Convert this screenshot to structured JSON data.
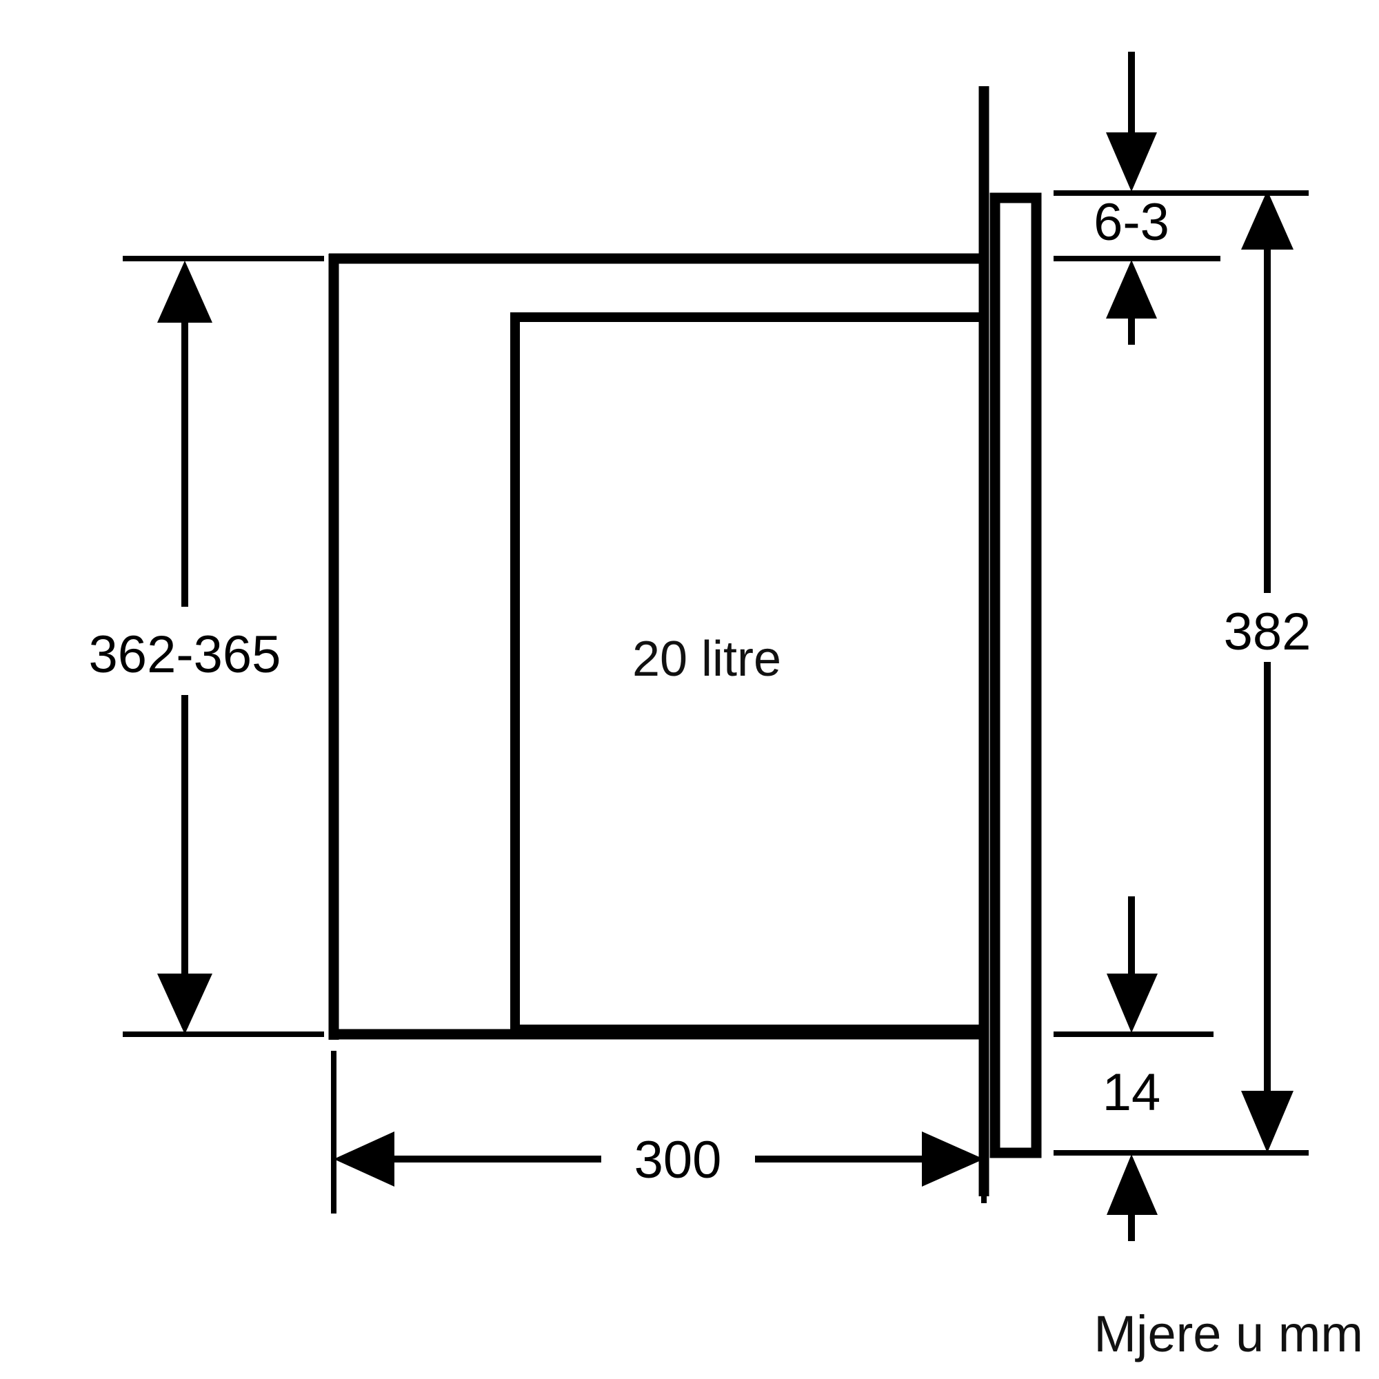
{
  "drawing": {
    "title": "Built-in microwave oven installation dimensions",
    "units_note": "Mjere u mm",
    "capacity_label": "20 litre",
    "stroke_color": "#000000",
    "background_color": "#ffffff",
    "dimensions": {
      "height_niche": "362-365",
      "front_gap": "6-3",
      "total_height": "382",
      "depth": "300",
      "front_panel_offset": "14"
    }
  },
  "chart_data": {
    "type": "diagram",
    "title": "Built-in microwave installation drawing",
    "units": "mm",
    "annotations": [
      {
        "name": "height_niche",
        "label": "362-365",
        "orientation": "vertical",
        "position": "left",
        "arrow": "double"
      },
      {
        "name": "front_gap",
        "label": "6-3",
        "orientation": "vertical",
        "position": "top-right",
        "arrow": "outward"
      },
      {
        "name": "total_height",
        "label": "382",
        "orientation": "vertical",
        "position": "far-right",
        "arrow": "outward"
      },
      {
        "name": "depth",
        "label": "300",
        "orientation": "horizontal",
        "position": "bottom",
        "arrow": "double"
      },
      {
        "name": "front_panel_offset",
        "label": "14",
        "orientation": "vertical",
        "position": "bottom-right",
        "arrow": "outward"
      },
      {
        "name": "cavity_capacity",
        "label": "20 litre",
        "orientation": "none",
        "position": "center"
      },
      {
        "name": "units_note",
        "label": "Mjere u mm",
        "orientation": "none",
        "position": "bottom-right-corner"
      }
    ]
  }
}
